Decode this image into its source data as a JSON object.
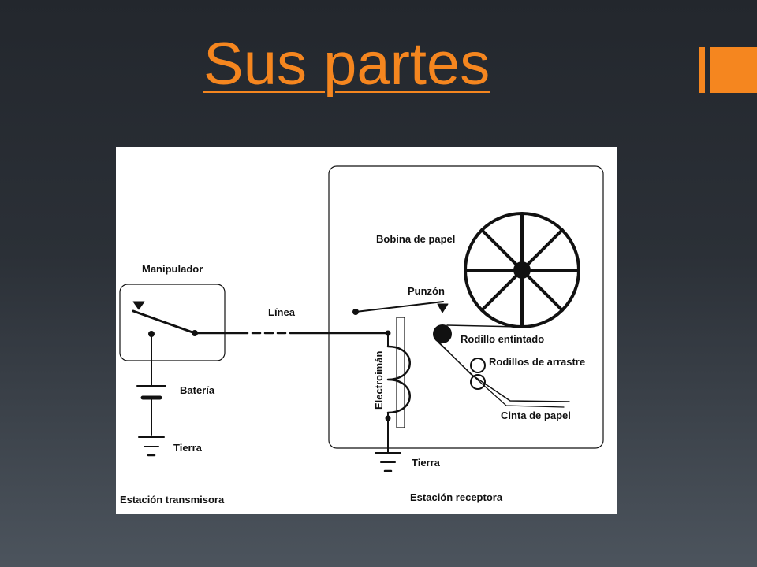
{
  "slide": {
    "title": "Sus partes",
    "accent_color": "#f5861f"
  },
  "diagram": {
    "labels": {
      "manipulador": "Manipulador",
      "bateria": "Batería",
      "tierra_transmisor": "Tierra",
      "estacion_transmisora": "Estación transmisora",
      "linea": "Línea",
      "bobina_de_papel": "Bobina de papel",
      "punzon": "Punzón",
      "rodillo_entintado": "Rodillo entintado",
      "rodillos_de_arrastre": "Rodillos de arrastre",
      "cinta_de_papel": "Cinta de papel",
      "electroiman": "Electroimán",
      "tierra_receptor": "Tierra",
      "estacion_receptora": "Estación receptora"
    }
  }
}
